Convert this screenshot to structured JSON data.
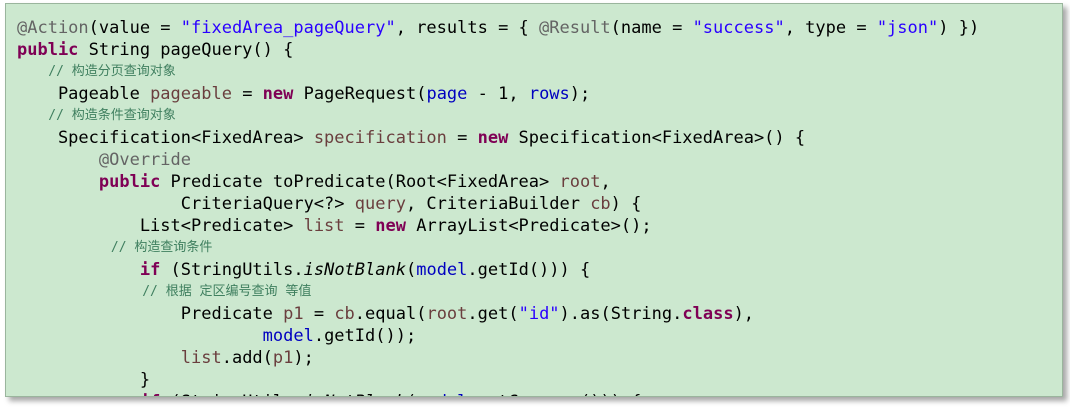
{
  "editor": {
    "background_color": "#cce8cf",
    "syntax_colors": {
      "keyword": "#7f0055",
      "string": "#2a00ff",
      "annotation": "#646464",
      "comment": "#3f7f5f",
      "local_variable": "#6a3e3e",
      "field": "#0000c0"
    },
    "lines": [
      [
        [
          "ann",
          "@Action"
        ],
        [
          "p",
          "(value = "
        ],
        [
          "str",
          "\"fixedArea_pageQuery\""
        ],
        [
          "p",
          ", results = { "
        ],
        [
          "ann",
          "@Result"
        ],
        [
          "p",
          "(name = "
        ],
        [
          "str",
          "\"success\""
        ],
        [
          "p",
          ", type = "
        ],
        [
          "str",
          "\"json\""
        ],
        [
          "p",
          ") })"
        ]
      ],
      [
        [
          "kw",
          "public"
        ],
        [
          "p",
          " String pageQuery() {"
        ]
      ],
      [
        [
          "cmt",
          "    // 构造分页查询对象"
        ]
      ],
      [
        [
          "p",
          "    Pageable "
        ],
        [
          "var",
          "pageable"
        ],
        [
          "p",
          " = "
        ],
        [
          "kw",
          "new"
        ],
        [
          "p",
          " PageRequest("
        ],
        [
          "fld",
          "page"
        ],
        [
          "p",
          " - 1, "
        ],
        [
          "fld",
          "rows"
        ],
        [
          "p",
          ");"
        ]
      ],
      [
        [
          "cmt",
          "    // 构造条件查询对象"
        ]
      ],
      [
        [
          "p",
          "    Specification<FixedArea> "
        ],
        [
          "var",
          "specification"
        ],
        [
          "p",
          " = "
        ],
        [
          "kw",
          "new"
        ],
        [
          "p",
          " Specification<FixedArea>() {"
        ]
      ],
      [
        [
          "ann",
          "        @Override"
        ]
      ],
      [
        [
          "p",
          "        "
        ],
        [
          "kw",
          "public"
        ],
        [
          "p",
          " Predicate toPredicate(Root<FixedArea> "
        ],
        [
          "var",
          "root"
        ],
        [
          "p",
          ","
        ]
      ],
      [
        [
          "p",
          "                CriteriaQuery<?> "
        ],
        [
          "var",
          "query"
        ],
        [
          "p",
          ", CriteriaBuilder "
        ],
        [
          "var",
          "cb"
        ],
        [
          "p",
          ") {"
        ]
      ],
      [
        [
          "p",
          "            List<Predicate> "
        ],
        [
          "var",
          "list"
        ],
        [
          "p",
          " = "
        ],
        [
          "kw",
          "new"
        ],
        [
          "p",
          " ArrayList<Predicate>();"
        ]
      ],
      [
        [
          "cmt",
          "            // 构造查询条件"
        ]
      ],
      [
        [
          "p",
          "            "
        ],
        [
          "kw",
          "if"
        ],
        [
          "p",
          " (StringUtils."
        ],
        [
          "ital",
          "isNotBlank"
        ],
        [
          "p",
          "("
        ],
        [
          "fld",
          "model"
        ],
        [
          "p",
          ".getId())) {"
        ]
      ],
      [
        [
          "cmt",
          "                // 根据 定区编号查询 等值"
        ]
      ],
      [
        [
          "p",
          "                Predicate "
        ],
        [
          "var",
          "p1"
        ],
        [
          "p",
          " = "
        ],
        [
          "var",
          "cb"
        ],
        [
          "p",
          ".equal("
        ],
        [
          "var",
          "root"
        ],
        [
          "p",
          ".get("
        ],
        [
          "str",
          "\"id\""
        ],
        [
          "p",
          ").as(String."
        ],
        [
          "kw",
          "class"
        ],
        [
          "p",
          "),"
        ]
      ],
      [
        [
          "p",
          "                        "
        ],
        [
          "fld",
          "model"
        ],
        [
          "p",
          ".getId());"
        ]
      ],
      [
        [
          "p",
          "                "
        ],
        [
          "var",
          "list"
        ],
        [
          "p",
          ".add("
        ],
        [
          "var",
          "p1"
        ],
        [
          "p",
          ");"
        ]
      ],
      [
        [
          "p",
          "            }"
        ]
      ],
      [
        [
          "p",
          "            "
        ],
        [
          "kw",
          "if"
        ],
        [
          "p",
          " (StringUtils."
        ],
        [
          "ital",
          "isNotBlank"
        ],
        [
          "p",
          "("
        ],
        [
          "fld",
          "model"
        ],
        [
          "p",
          ".getCompany())) {"
        ]
      ]
    ]
  }
}
